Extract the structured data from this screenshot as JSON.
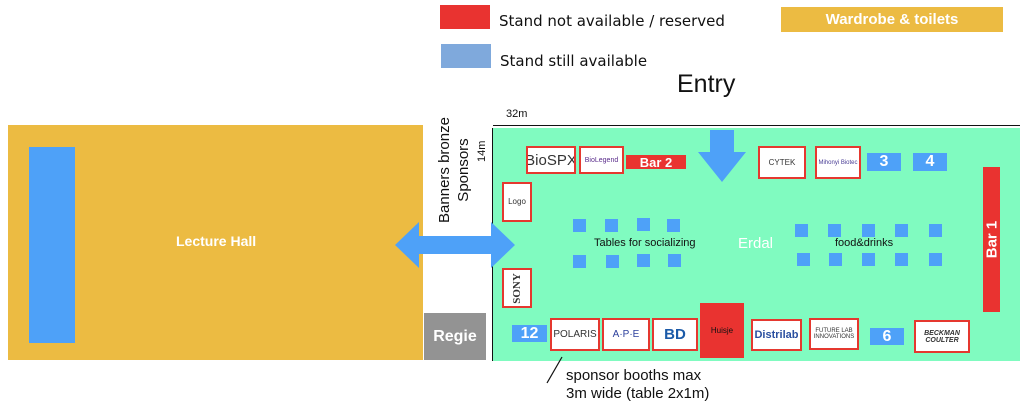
{
  "legend": {
    "reserved": {
      "label": "Stand not available / reserved",
      "color": "#e93330"
    },
    "available": {
      "label": "Stand still available",
      "color": "#7fa9dc"
    }
  },
  "wardrobe_label": "Wardrobe & toilets",
  "entry_label": "Entry",
  "lecture_hall": {
    "label": "Lecture Hall"
  },
  "regie_label": "Regie",
  "banners_label_line1": "Banners bronze",
  "banners_label_line2": "Sponsors",
  "erdal": {
    "label": "Erdal",
    "width_label": "32m",
    "height_label": "14m",
    "tables_label": "Tables for socializing",
    "food_label": "food&drinks"
  },
  "bars": {
    "bar1": "Bar 1",
    "bar2": "Bar 2",
    "huisje": "Huisje"
  },
  "sponsors_top": [
    "BioSPX",
    "BioLegend",
    "CYTEK",
    "Mihonyi Biotec"
  ],
  "sponsors_left": [
    "Logo",
    "SONY"
  ],
  "sponsors_bottom": [
    "POLARIS",
    "A·P·E",
    "BD",
    "Distrilab",
    "FUTURE LAB INNOVATIONS",
    "BECKMAN COULTER"
  ],
  "free_stands": {
    "s3": "3",
    "s4": "4",
    "s6": "6",
    "s12": "12"
  },
  "note_line1": "sponsor booths max",
  "note_line2": "3m wide (table 2x1m)"
}
